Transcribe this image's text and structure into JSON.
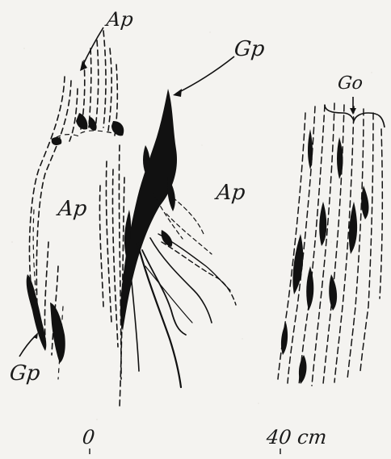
{
  "figure": {
    "ink_color": "#111111",
    "paper_color": "#f4f3f0",
    "labels": {
      "ap_top": "Ap",
      "gp_top_right": "Gp",
      "go": "Go",
      "ap_left": "Ap",
      "ap_center": "Ap",
      "gp_bottom_left": "Gp"
    },
    "scale": {
      "start": "0",
      "end": "40 cm"
    }
  }
}
